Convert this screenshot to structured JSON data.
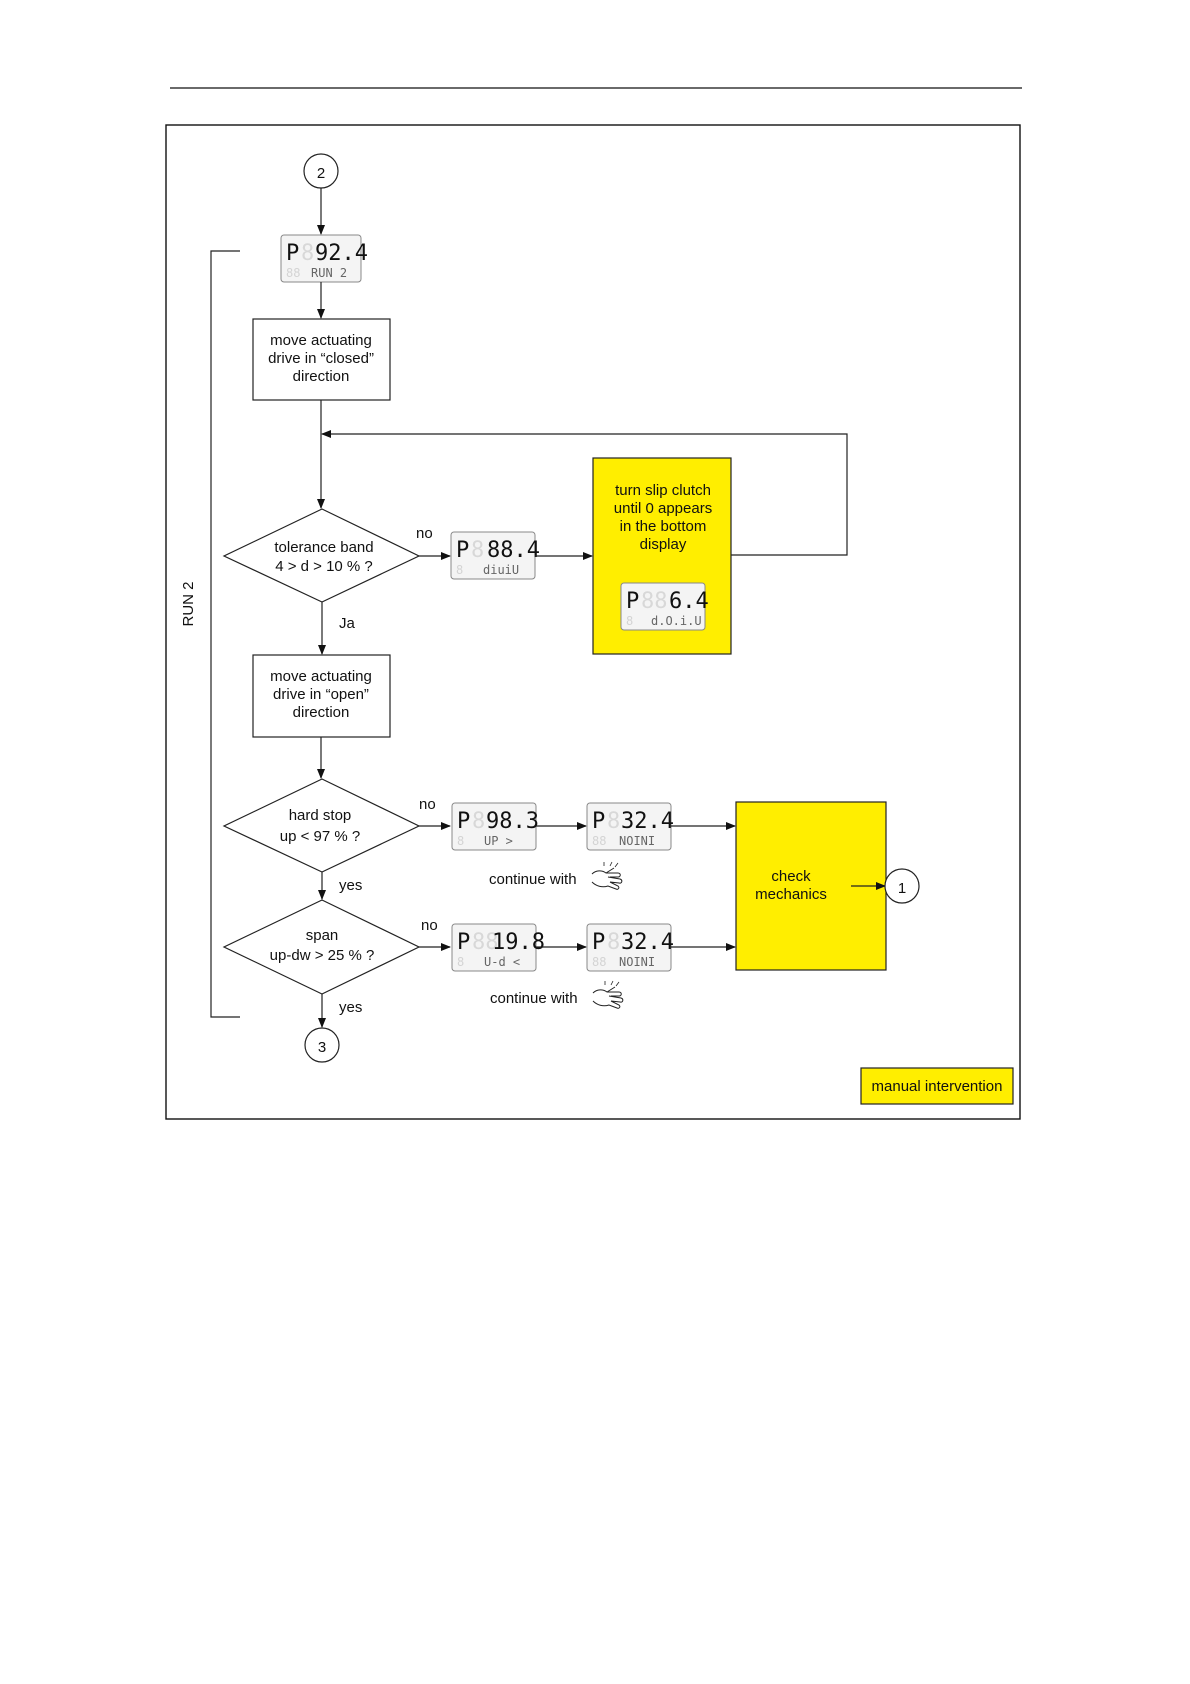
{
  "colors": {
    "highlight": "#ffee00",
    "line": "#222222",
    "lcd_bg": "#f4f4f4"
  },
  "connectors": {
    "start": "2",
    "end": "3",
    "exit": "1"
  },
  "loop_label": "RUN 2",
  "steps": {
    "move_closed": [
      "move actuating",
      "drive in “closed”",
      "direction"
    ],
    "move_open": [
      "move actuating",
      "drive in “open”",
      "direction"
    ],
    "turn_clutch": [
      "turn slip clutch",
      "until 0 appears",
      "in the bottom",
      "display"
    ],
    "check_mechanics": [
      "check",
      "mechanics"
    ]
  },
  "decisions": {
    "tolerance": [
      "tolerance band",
      "4 > d > 10 % ?"
    ],
    "hard_stop": [
      "hard stop",
      "up < 97 % ?"
    ],
    "span": [
      "span",
      "up-dw > 25 % ?"
    ]
  },
  "branch_labels": {
    "tolerance_no": "no",
    "tolerance_yes": "Ja",
    "hard_stop_no": "no",
    "hard_stop_yes": "yes",
    "span_no": "no",
    "span_yes": "yes"
  },
  "continue_label": "continue with",
  "hand_icon": "hand-press-icon",
  "legend": "manual intervention",
  "displays": {
    "run": {
      "mode": "P",
      "value": "92.4",
      "bottom": "RUN 2"
    },
    "tolerance_no": {
      "mode": "P",
      "value": "88.4",
      "bottom": "diuiU"
    },
    "clutch": {
      "mode": "P",
      "value": "6.4",
      "bottom": "d.O.i.U"
    },
    "hard_stop_no": {
      "mode": "P",
      "value": "98.3",
      "bottom": "UP  >"
    },
    "hard_stop_result": {
      "mode": "P",
      "value": "32.4",
      "bottom": "NOINI"
    },
    "span_no": {
      "mode": "P",
      "value": "19.8",
      "bottom": "U-d  <"
    },
    "span_result": {
      "mode": "P",
      "value": "32.4",
      "bottom": "NOINI"
    }
  }
}
